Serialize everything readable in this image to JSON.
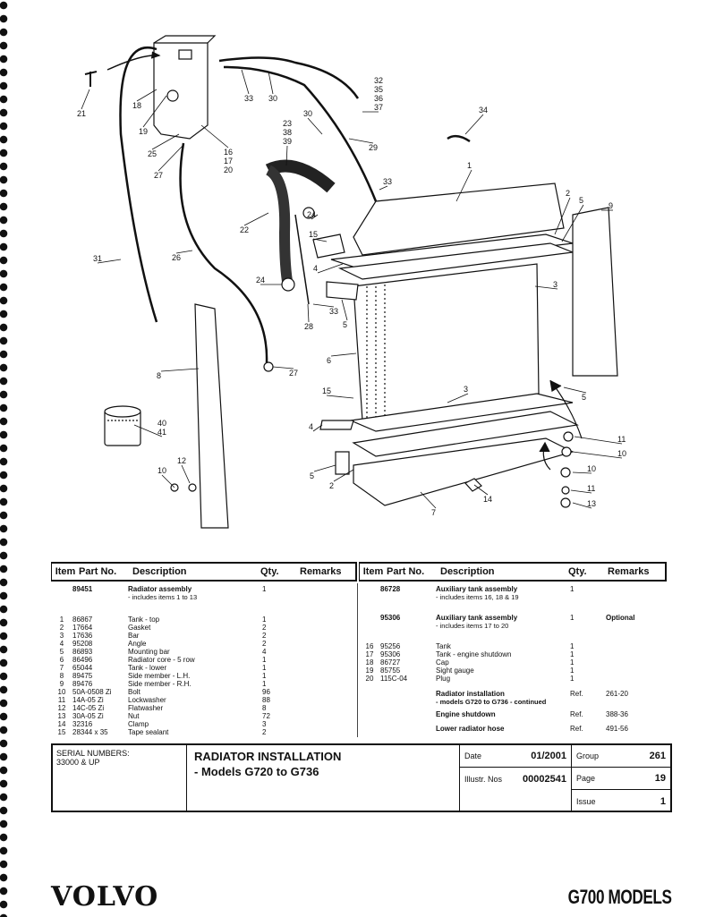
{
  "diagram": {
    "callouts": [
      "21",
      "18",
      "19",
      "25",
      "27",
      "16\n17\n20",
      "33",
      "30",
      "32\n35\n36\n37",
      "34",
      "23\n38\n39",
      "30",
      "29",
      "1",
      "33",
      "2",
      "5",
      "9",
      "24",
      "22",
      "15",
      "31",
      "26",
      "4",
      "24",
      "3",
      "33",
      "28",
      "5",
      "8",
      "6",
      "27",
      "15",
      "3",
      "5",
      "40\n41",
      "4",
      "11",
      "10",
      "12",
      "10",
      "5",
      "2",
      "10",
      "11",
      "13",
      "14",
      "7"
    ]
  },
  "columns": {
    "item": "Item",
    "part": "Part No.",
    "desc": "Description",
    "qty": "Qty.",
    "remarks": "Remarks"
  },
  "left_table": {
    "assembly": {
      "part": "89451",
      "desc": "Radiator assembly",
      "sub": "- includes items 1 to 13",
      "qty": "1"
    },
    "rows": [
      {
        "item": "1",
        "part": "86867",
        "desc": "Tank - top",
        "qty": "1"
      },
      {
        "item": "2",
        "part": "17664",
        "desc": "Gasket",
        "qty": "2"
      },
      {
        "item": "3",
        "part": "17636",
        "desc": "Bar",
        "qty": "2"
      },
      {
        "item": "4",
        "part": "95208",
        "desc": "Angle",
        "qty": "2"
      },
      {
        "item": "5",
        "part": "86893",
        "desc": "Mounting bar",
        "qty": "4"
      },
      {
        "item": "6",
        "part": "86496",
        "desc": "Radiator core - 5 row",
        "qty": "1"
      },
      {
        "item": "7",
        "part": "65044",
        "desc": "Tank - lower",
        "qty": "1"
      },
      {
        "item": "8",
        "part": "89475",
        "desc": "Side member - L.H.",
        "qty": "1"
      },
      {
        "item": "9",
        "part": "89476",
        "desc": "Side member - R.H.",
        "qty": "1"
      },
      {
        "item": "10",
        "part": "50A-0508 Zi",
        "desc": "Bolt",
        "qty": "96"
      },
      {
        "item": "11",
        "part": "14A-05 Zi",
        "desc": "Lockwasher",
        "qty": "88"
      },
      {
        "item": "12",
        "part": "14C-05 Zi",
        "desc": "Flatwasher",
        "qty": "8"
      },
      {
        "item": "13",
        "part": "30A-05 Zi",
        "desc": "Nut",
        "qty": "72"
      },
      {
        "item": "14",
        "part": "32316",
        "desc": "Clamp",
        "qty": "3"
      },
      {
        "item": "15",
        "part": "28344 x 35",
        "desc": "Tape sealant",
        "qty": "2"
      }
    ]
  },
  "right_table": {
    "assembly1": {
      "part": "86728",
      "desc": "Auxiliary tank assembly",
      "sub": "- includes items 16, 18 & 19",
      "qty": "1"
    },
    "assembly2": {
      "part": "95306",
      "desc": "Auxiliary tank assembly",
      "sub": "- includes items 17 to 20",
      "qty": "1",
      "remarks": "Optional"
    },
    "rows": [
      {
        "item": "16",
        "part": "95256",
        "desc": "Tank",
        "qty": "1"
      },
      {
        "item": "17",
        "part": "95306",
        "desc": "Tank - engine shutdown",
        "qty": "1"
      },
      {
        "item": "18",
        "part": "86727",
        "desc": "Cap",
        "qty": "1"
      },
      {
        "item": "19",
        "part": "85755",
        "desc": "Sight gauge",
        "qty": "1"
      },
      {
        "item": "20",
        "part": "115C-04",
        "desc": "Plug",
        "qty": "1"
      }
    ],
    "refs": [
      {
        "desc": "Radiator installation",
        "sub": "- models G720 to G736 - continued",
        "qty": "Ref.",
        "remarks": "261-20"
      },
      {
        "desc": "Engine shutdown",
        "qty": "Ref.",
        "remarks": "388-36"
      },
      {
        "desc": "Lower radiator hose",
        "qty": "Ref.",
        "remarks": "491-56"
      }
    ]
  },
  "footer": {
    "serial_label": "SERIAL NUMBERS:",
    "serial_value": "33000 & UP",
    "title": "RADIATOR INSTALLATION",
    "subtitle": "- Models G720 to G736",
    "date_label": "Date",
    "date": "01/2001",
    "illustr_label": "Illustr. Nos",
    "illustr": "00002541",
    "group_label": "Group",
    "group": "261",
    "page_label": "Page",
    "page": "19",
    "issue_label": "Issue",
    "issue": "1"
  },
  "brand": "VOLVO",
  "models": "G700 MODELS"
}
